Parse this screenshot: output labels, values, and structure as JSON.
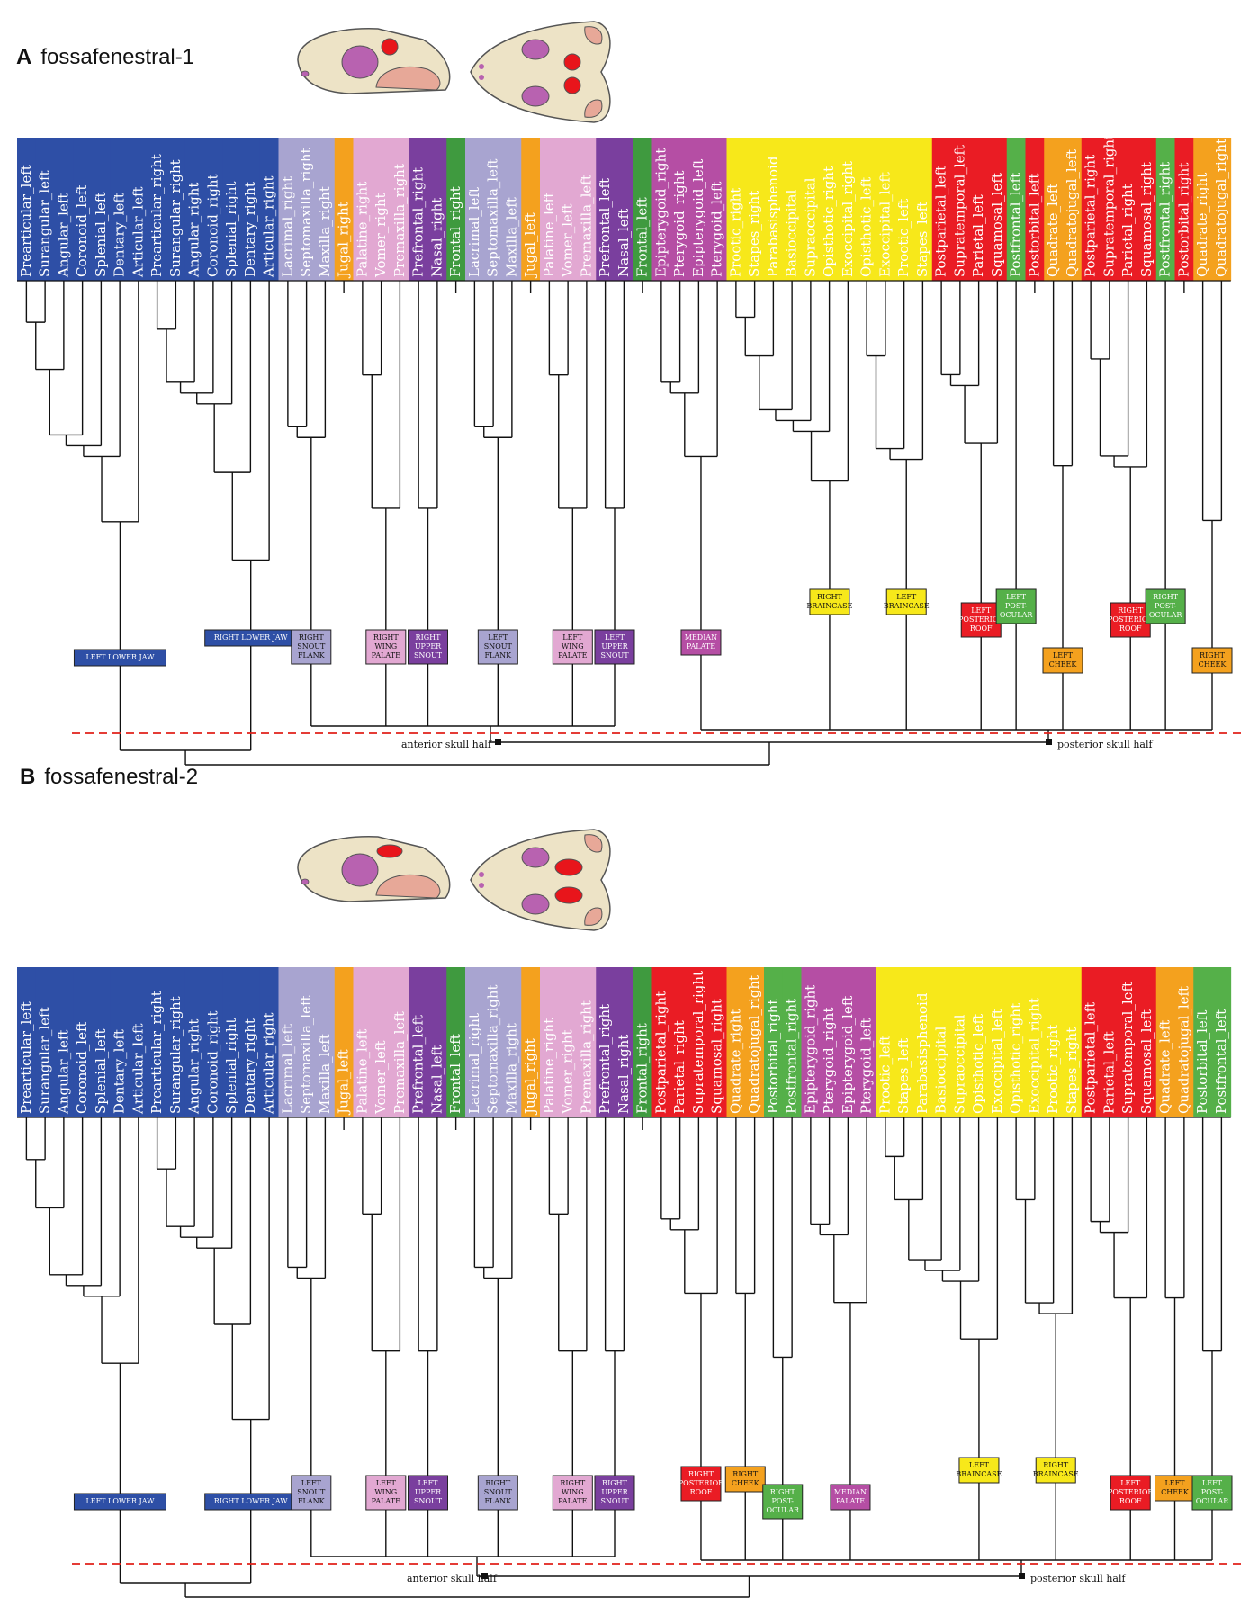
{
  "colors": {
    "jaw": "#2e4fa6",
    "flank": "#a8a4d0",
    "wing": "#e2a8d2",
    "upper": "#7a3f9e",
    "jugal": "#f4a11e",
    "frontal": "#3f9a3f",
    "palate": "#b54ea4",
    "braincase": "#f7e81a",
    "roof": "#ea1c24",
    "postocular": "#55b049",
    "cheek": "#f4a11e",
    "accent": "#e0201a"
  },
  "panels": [
    {
      "letter": "A",
      "title": "fossafenestral-1",
      "leaves": [
        {
          "label": "Prearticular_left",
          "color": "jaw"
        },
        {
          "label": "Surangular_left",
          "color": "jaw"
        },
        {
          "label": "Angular_left",
          "color": "jaw"
        },
        {
          "label": "Coronoid_left",
          "color": "jaw"
        },
        {
          "label": "Splenial_left",
          "color": "jaw"
        },
        {
          "label": "Dentary_left",
          "color": "jaw"
        },
        {
          "label": "Articular_left",
          "color": "jaw"
        },
        {
          "label": "Prearticular_right",
          "color": "jaw"
        },
        {
          "label": "Surangular_right",
          "color": "jaw"
        },
        {
          "label": "Angular_right",
          "color": "jaw"
        },
        {
          "label": "Coronoid_right",
          "color": "jaw"
        },
        {
          "label": "Splenial_right",
          "color": "jaw"
        },
        {
          "label": "Dentary_right",
          "color": "jaw"
        },
        {
          "label": "Articular_right",
          "color": "jaw"
        },
        {
          "label": "Lacrimal_right",
          "color": "flank"
        },
        {
          "label": "Septomaxilla_right",
          "color": "flank"
        },
        {
          "label": "Maxilla_right",
          "color": "flank"
        },
        {
          "label": "Jugal_right",
          "color": "jugal"
        },
        {
          "label": "Palatine_right",
          "color": "wing"
        },
        {
          "label": "Vomer_right",
          "color": "wing"
        },
        {
          "label": "Premaxilla_right",
          "color": "wing"
        },
        {
          "label": "Prefrontal_right",
          "color": "upper"
        },
        {
          "label": "Nasal_right",
          "color": "upper"
        },
        {
          "label": "Frontal_right",
          "color": "frontal"
        },
        {
          "label": "Lacrimal_left",
          "color": "flank"
        },
        {
          "label": "Septomaxilla_left",
          "color": "flank"
        },
        {
          "label": "Maxilla_left",
          "color": "flank"
        },
        {
          "label": "Jugal_left",
          "color": "jugal"
        },
        {
          "label": "Palatine_left",
          "color": "wing"
        },
        {
          "label": "Vomer_left",
          "color": "wing"
        },
        {
          "label": "Premaxilla_left",
          "color": "wing"
        },
        {
          "label": "Prefrontal_left",
          "color": "upper"
        },
        {
          "label": "Nasal_left",
          "color": "upper"
        },
        {
          "label": "Frontal_left",
          "color": "frontal"
        },
        {
          "label": "Epipterygoid_right",
          "color": "palate"
        },
        {
          "label": "Pterygoid_right",
          "color": "palate"
        },
        {
          "label": "Epipterygoid_left",
          "color": "palate"
        },
        {
          "label": "Pterygoid_left",
          "color": "palate"
        },
        {
          "label": "Prootic_right",
          "color": "braincase"
        },
        {
          "label": "Stapes_right",
          "color": "braincase"
        },
        {
          "label": "Parabasisphenoid",
          "color": "braincase"
        },
        {
          "label": "Basioccipital",
          "color": "braincase"
        },
        {
          "label": "Supraoccipital",
          "color": "braincase"
        },
        {
          "label": "Opisthotic_right",
          "color": "braincase"
        },
        {
          "label": "Exoccipital_right",
          "color": "braincase"
        },
        {
          "label": "Opisthotic_left",
          "color": "braincase"
        },
        {
          "label": "Exoccipital_left",
          "color": "braincase"
        },
        {
          "label": "Prootic_left",
          "color": "braincase"
        },
        {
          "label": "Stapes_left",
          "color": "braincase"
        },
        {
          "label": "Postparietal_left",
          "color": "roof"
        },
        {
          "label": "Supratemporal_left",
          "color": "roof"
        },
        {
          "label": "Parietal_left",
          "color": "roof"
        },
        {
          "label": "Squamosal_left",
          "color": "roof"
        },
        {
          "label": "Postfrontal_left",
          "color": "postocular"
        },
        {
          "label": "Postorbital_left",
          "color": "roof"
        },
        {
          "label": "Quadrate_left",
          "color": "cheek"
        },
        {
          "label": "Quadratojugal_left",
          "color": "cheek"
        },
        {
          "label": "Postparietal_right",
          "color": "roof"
        },
        {
          "label": "Supratemporal_right",
          "color": "roof"
        },
        {
          "label": "Parietal_right",
          "color": "roof"
        },
        {
          "label": "Squamosal_right",
          "color": "roof"
        },
        {
          "label": "Postfrontal_right",
          "color": "postocular"
        },
        {
          "label": "Postorbital_right",
          "color": "roof"
        },
        {
          "label": "Quadrate_right",
          "color": "cheek"
        },
        {
          "label": "Quadratojugal_right",
          "color": "cheek"
        }
      ],
      "modules": [
        {
          "lines": [
            "LEFT LOWER JAW"
          ],
          "color": "jaw"
        },
        {
          "lines": [
            "RIGHT LOWER JAW"
          ],
          "color": "jaw"
        },
        {
          "lines": [
            "RIGHT",
            "SNOUT",
            "FLANK"
          ],
          "color": "flank"
        },
        {
          "lines": [
            "RIGHT",
            "WING",
            "PALATE"
          ],
          "color": "wing"
        },
        {
          "lines": [
            "RIGHT",
            "UPPER",
            "SNOUT"
          ],
          "color": "upper"
        },
        {
          "lines": [
            "LEFT",
            "SNOUT",
            "FLANK"
          ],
          "color": "flank"
        },
        {
          "lines": [
            "LEFT",
            "WING",
            "PALATE"
          ],
          "color": "wing"
        },
        {
          "lines": [
            "LEFT",
            "UPPER",
            "SNOUT"
          ],
          "color": "upper"
        },
        {
          "lines": [
            "MEDIAN",
            "PALATE"
          ],
          "color": "palate"
        },
        {
          "lines": [
            "RIGHT",
            "BRAINCASE"
          ],
          "color": "braincase"
        },
        {
          "lines": [
            "LEFT",
            "BRAINCASE"
          ],
          "color": "braincase"
        },
        {
          "lines": [
            "LEFT",
            "POSTERIOR",
            "ROOF"
          ],
          "color": "roof"
        },
        {
          "lines": [
            "LEFT",
            "POST-",
            "OCULAR"
          ],
          "color": "postocular"
        },
        {
          "lines": [
            "RIGHT",
            "POSTERIOR",
            "ROOF"
          ],
          "color": "roof"
        },
        {
          "lines": [
            "RIGHT",
            "POST-",
            "OCULAR"
          ],
          "color": "postocular"
        },
        {
          "lines": [
            "LEFT",
            "CHEEK"
          ],
          "color": "cheek"
        },
        {
          "lines": [
            "RIGHT",
            "CHEEK"
          ],
          "color": "cheek"
        }
      ],
      "anterior_label": "anterior skull half",
      "posterior_label": "posterior skull half"
    },
    {
      "letter": "B",
      "title": "fossafenestral-2",
      "leaves": [
        {
          "label": "Prearticular_left",
          "color": "jaw"
        },
        {
          "label": "Surangular_left",
          "color": "jaw"
        },
        {
          "label": "Angular_left",
          "color": "jaw"
        },
        {
          "label": "Coronoid_left",
          "color": "jaw"
        },
        {
          "label": "Splenial_left",
          "color": "jaw"
        },
        {
          "label": "Dentary_left",
          "color": "jaw"
        },
        {
          "label": "Articular_left",
          "color": "jaw"
        },
        {
          "label": "Prearticular_right",
          "color": "jaw"
        },
        {
          "label": "Surangular_right",
          "color": "jaw"
        },
        {
          "label": "Angular_right",
          "color": "jaw"
        },
        {
          "label": "Coronoid_right",
          "color": "jaw"
        },
        {
          "label": "Splenial_right",
          "color": "jaw"
        },
        {
          "label": "Dentary_right",
          "color": "jaw"
        },
        {
          "label": "Articular_right",
          "color": "jaw"
        },
        {
          "label": "Lacrimal_left",
          "color": "flank"
        },
        {
          "label": "Septomaxilla_left",
          "color": "flank"
        },
        {
          "label": "Maxilla_left",
          "color": "flank"
        },
        {
          "label": "Jugal_left",
          "color": "jugal"
        },
        {
          "label": "Palatine_left",
          "color": "wing"
        },
        {
          "label": "Vomer_left",
          "color": "wing"
        },
        {
          "label": "Premaxilla_left",
          "color": "wing"
        },
        {
          "label": "Prefrontal_left",
          "color": "upper"
        },
        {
          "label": "Nasal_left",
          "color": "upper"
        },
        {
          "label": "Frontal_left",
          "color": "frontal"
        },
        {
          "label": "Lacrimal_right",
          "color": "flank"
        },
        {
          "label": "Septomaxilla_right",
          "color": "flank"
        },
        {
          "label": "Maxilla_right",
          "color": "flank"
        },
        {
          "label": "Jugal_right",
          "color": "jugal"
        },
        {
          "label": "Palatine_right",
          "color": "wing"
        },
        {
          "label": "Vomer_right",
          "color": "wing"
        },
        {
          "label": "Premaxilla_right",
          "color": "wing"
        },
        {
          "label": "Prefrontal_right",
          "color": "upper"
        },
        {
          "label": "Nasal_right",
          "color": "upper"
        },
        {
          "label": "Frontal_right",
          "color": "frontal"
        },
        {
          "label": "Postparietal_right",
          "color": "roof"
        },
        {
          "label": "Parietal_right",
          "color": "roof"
        },
        {
          "label": "Supratemporal_right",
          "color": "roof"
        },
        {
          "label": "Squamosal_right",
          "color": "roof"
        },
        {
          "label": "Quadrate_right",
          "color": "cheek"
        },
        {
          "label": "Quadratojugal_right",
          "color": "cheek"
        },
        {
          "label": "Postorbital_right",
          "color": "postocular"
        },
        {
          "label": "Postfrontal_right",
          "color": "postocular"
        },
        {
          "label": "Epipterygoid_right",
          "color": "palate"
        },
        {
          "label": "Pterygoid_right",
          "color": "palate"
        },
        {
          "label": "Epipterygoid_left",
          "color": "palate"
        },
        {
          "label": "Pterygoid_left",
          "color": "palate"
        },
        {
          "label": "Prootic_left",
          "color": "braincase"
        },
        {
          "label": "Stapes_left",
          "color": "braincase"
        },
        {
          "label": "Parabasisphenoid",
          "color": "braincase"
        },
        {
          "label": "Basioccipital",
          "color": "braincase"
        },
        {
          "label": "Supraoccipital",
          "color": "braincase"
        },
        {
          "label": "Opisthotic_left",
          "color": "braincase"
        },
        {
          "label": "Exoccipital_left",
          "color": "braincase"
        },
        {
          "label": "Opisthotic_right",
          "color": "braincase"
        },
        {
          "label": "Exoccipital_right",
          "color": "braincase"
        },
        {
          "label": "Prootic_right",
          "color": "braincase"
        },
        {
          "label": "Stapes_right",
          "color": "braincase"
        },
        {
          "label": "Postparietal_left",
          "color": "roof"
        },
        {
          "label": "Parietal_left",
          "color": "roof"
        },
        {
          "label": "Supratemporal_left",
          "color": "roof"
        },
        {
          "label": "Squamosal_left",
          "color": "roof"
        },
        {
          "label": "Quadrate_left",
          "color": "cheek"
        },
        {
          "label": "Quadratojugal_left",
          "color": "cheek"
        },
        {
          "label": "Postorbital_left",
          "color": "postocular"
        },
        {
          "label": "Postfrontal_left",
          "color": "postocular"
        }
      ],
      "modules": [
        {
          "lines": [
            "LEFT LOWER JAW"
          ],
          "color": "jaw"
        },
        {
          "lines": [
            "RIGHT LOWER JAW"
          ],
          "color": "jaw"
        },
        {
          "lines": [
            "LEFT",
            "SNOUT",
            "FLANK"
          ],
          "color": "flank"
        },
        {
          "lines": [
            "LEFT",
            "WING",
            "PALATE"
          ],
          "color": "wing"
        },
        {
          "lines": [
            "LEFT",
            "UPPER",
            "SNOUT"
          ],
          "color": "upper"
        },
        {
          "lines": [
            "RIGHT",
            "SNOUT",
            "FLANK"
          ],
          "color": "flank"
        },
        {
          "lines": [
            "RIGHT",
            "WING",
            "PALATE"
          ],
          "color": "wing"
        },
        {
          "lines": [
            "RIGHT",
            "UPPER",
            "SNOUT"
          ],
          "color": "upper"
        },
        {
          "lines": [
            "RIGHT",
            "POSTERIOR",
            "ROOF"
          ],
          "color": "roof"
        },
        {
          "lines": [
            "RIGHT",
            "CHEEK"
          ],
          "color": "cheek"
        },
        {
          "lines": [
            "RIGHT",
            "POST-",
            "OCULAR"
          ],
          "color": "postocular"
        },
        {
          "lines": [
            "MEDIAN",
            "PALATE"
          ],
          "color": "palate"
        },
        {
          "lines": [
            "LEFT",
            "BRAINCASE"
          ],
          "color": "braincase"
        },
        {
          "lines": [
            "RIGHT",
            "BRAINCASE"
          ],
          "color": "braincase"
        },
        {
          "lines": [
            "LEFT",
            "POSTERIOR",
            "ROOF"
          ],
          "color": "roof"
        },
        {
          "lines": [
            "LEFT",
            "CHEEK"
          ],
          "color": "cheek"
        },
        {
          "lines": [
            "LEFT",
            "POST-",
            "OCULAR"
          ],
          "color": "postocular"
        }
      ],
      "anterior_label": "anterior skull half",
      "posterior_label": "posterior skull half"
    }
  ]
}
